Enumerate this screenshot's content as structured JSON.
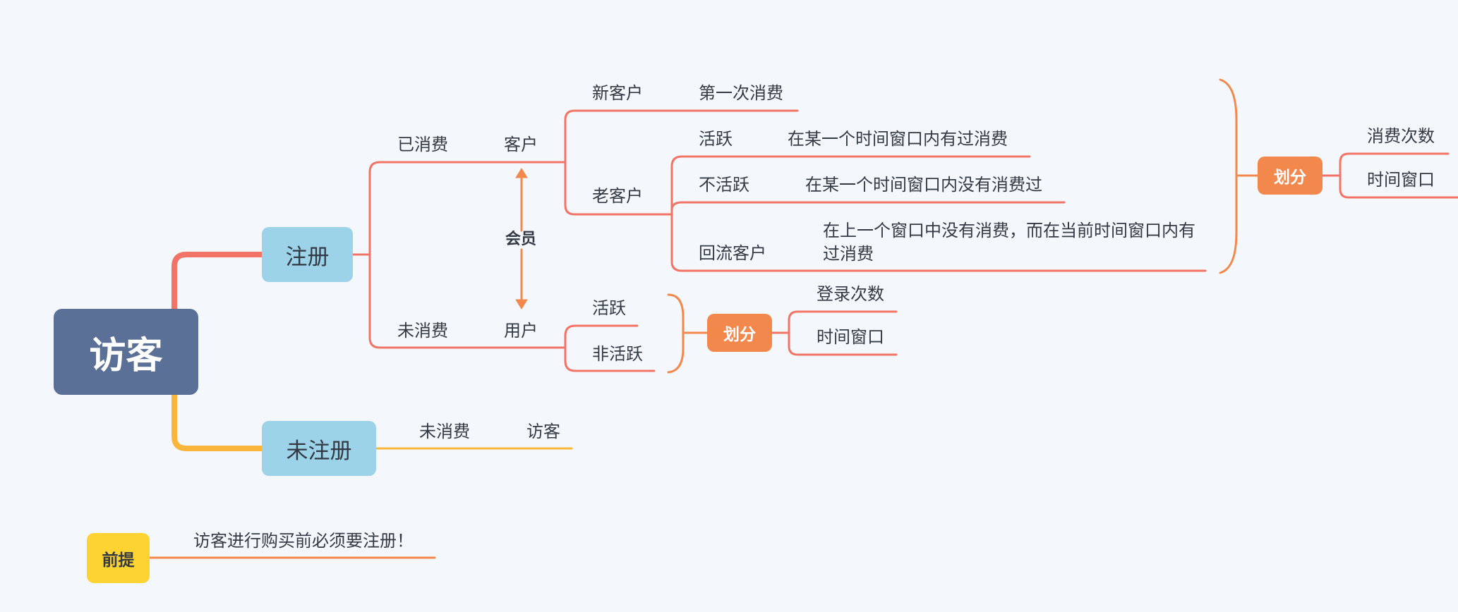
{
  "root": {
    "label": "访客",
    "color": "#5a7096"
  },
  "registered": {
    "label": "注册",
    "consumed": {
      "label": "已消费",
      "role": "客户",
      "new_customer": {
        "label": "新客户",
        "desc": "第一次消费"
      },
      "old_customer": {
        "label": "老客户",
        "active": {
          "label": "活跃",
          "desc": "在某一个时间窗口内有过消费"
        },
        "inactive": {
          "label": "不活跃",
          "desc": "在某一个时间窗口内没有消费过"
        },
        "returning": {
          "label": "回流客户",
          "desc": "在上一个窗口中没有消费，而在当前时间窗口内有过消费"
        }
      },
      "split": {
        "label": "划分",
        "criteria": [
          "消费次数",
          "时间窗口"
        ]
      }
    },
    "member_label": "会员",
    "not_consumed": {
      "label": "未消费",
      "role": "用户",
      "active": "活跃",
      "inactive": "非活跃",
      "split": {
        "label": "划分",
        "criteria": [
          "登录次数",
          "时间窗口"
        ]
      }
    }
  },
  "unregistered": {
    "label": "未注册",
    "consumed_label": "未消费",
    "role": "访客"
  },
  "premise": {
    "label": "前提",
    "text": "访客进行购买前必须要注册！"
  },
  "colors": {
    "branch": "#f27466",
    "branch_unreg": "#fab63a",
    "split": "#f3884d",
    "premise": "#fdd332",
    "node_l1": "#9cd3e8"
  }
}
